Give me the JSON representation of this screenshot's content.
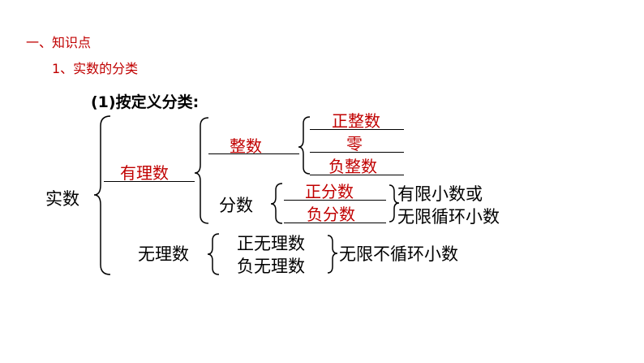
{
  "section": {
    "heading": "一、知识点",
    "subheading": "1、实数的分类"
  },
  "diagram": {
    "caption": "(1)按定义分类:",
    "root": "实数",
    "rational": {
      "answer": "有理数",
      "integer": {
        "answer": "整数",
        "items": [
          "正整数",
          "零",
          "负整数"
        ]
      },
      "fraction": {
        "label": "分数",
        "items": [
          "正分数",
          "负分数"
        ],
        "note": [
          "有限小数或",
          "无限循环小数"
        ]
      }
    },
    "irrational": {
      "label": "无理数",
      "items": [
        "正无理数",
        "负无理数"
      ],
      "note": "无限不循环小数"
    }
  },
  "colors": {
    "heading": "#c00000",
    "answer": "#c00000",
    "text": "#000000"
  }
}
